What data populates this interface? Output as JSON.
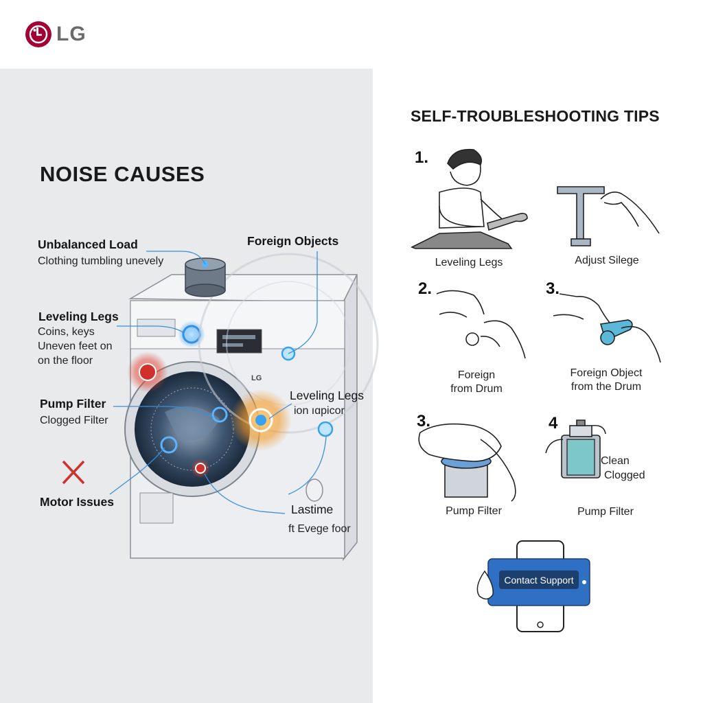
{
  "brand": {
    "logo_text": "LG",
    "logo_color": "#a50034"
  },
  "noise_causes": {
    "title": "NOISE CAUSES",
    "items": [
      {
        "label": "Unbalanced Load",
        "desc": [
          "Clothing tumbling unevely"
        ]
      },
      {
        "label": "Foreign Objects",
        "desc": []
      },
      {
        "label": "Leveling Legs",
        "desc": [
          "Coins, keys",
          "Uneven feet on",
          "on the floor"
        ]
      },
      {
        "label": "Pump Filter",
        "desc": [
          "Clogged Filter"
        ]
      },
      {
        "label": "Leveling Legs",
        "desc": [
          "ion ıɑpicor"
        ]
      },
      {
        "label": "Motor Issues",
        "desc": []
      },
      {
        "label": "Lastime",
        "desc": [
          "ft Evege foor"
        ]
      }
    ],
    "washer_badge": "LG"
  },
  "tips": {
    "title": "SELF-TROUBLESHOOTING TIPS",
    "steps": [
      {
        "number": "1.",
        "caption": [
          "Leveling Legs"
        ],
        "icon": "person-wrench-icon"
      },
      {
        "number": "",
        "caption": [
          "Adjust Silege"
        ],
        "icon": "hand-adjust-leg-icon"
      },
      {
        "number": "2.",
        "caption": [
          "Foreign",
          "from Drum"
        ],
        "icon": "hands-remove-object-icon"
      },
      {
        "number": "3.",
        "caption": [
          "Foreign Object",
          "from the Drum"
        ],
        "icon": "hands-remove-object-icon"
      },
      {
        "number": "3.",
        "caption": [
          "Pump Filter"
        ],
        "icon": "hand-filter-cloth-icon"
      },
      {
        "number": "4",
        "caption": [
          "Clean",
          "Clogged",
          "Pump Filter"
        ],
        "icon": "filter-canister-icon"
      }
    ],
    "contact_button": "Contact Support"
  },
  "colors": {
    "panel_left": "#e9eaec",
    "accent_blue": "#2a7fd4",
    "alert_red": "#d0312d",
    "alert_orange": "#f0a030",
    "support_blue": "#2f6fc4"
  }
}
